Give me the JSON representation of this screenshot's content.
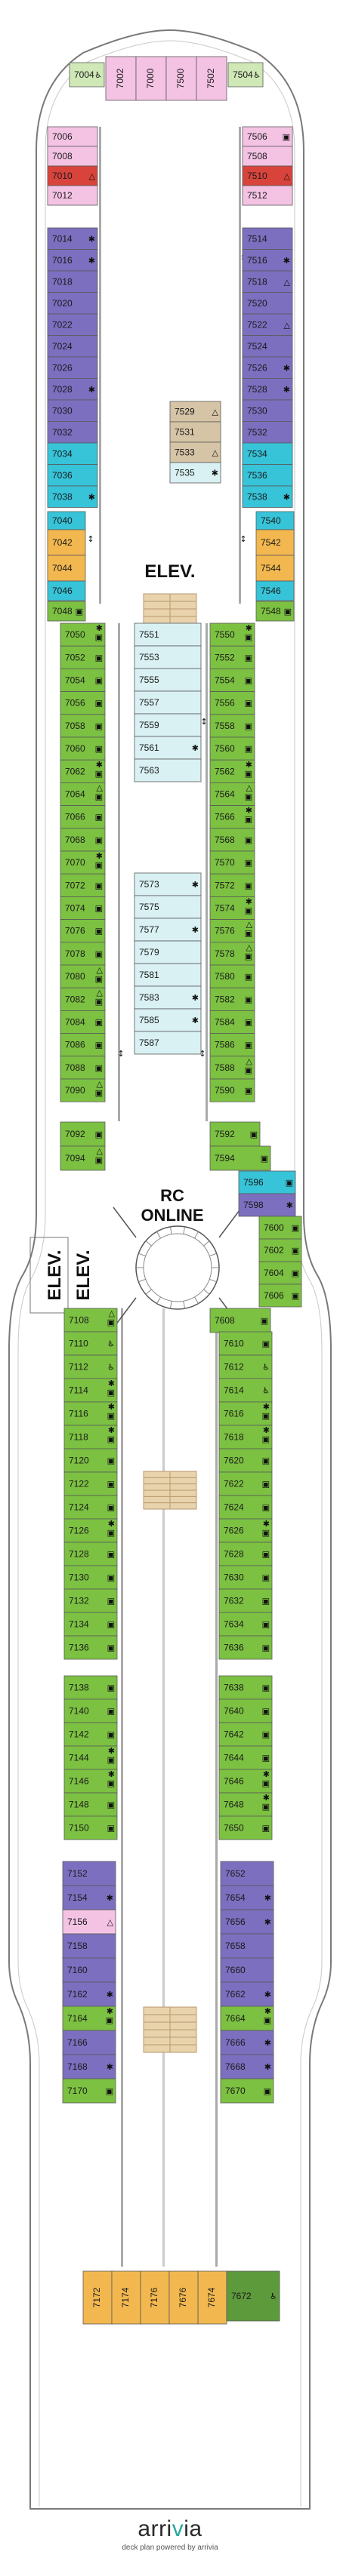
{
  "colors": {
    "green": "#7cc142",
    "purple": "#7c6fbf",
    "cyan": "#37c3d8",
    "orange": "#f2b84f",
    "pink": "#f4c3e4",
    "red": "#d8443c",
    "lightgreen": "#cfe8b6",
    "lightcyan": "#d9f1f3",
    "tan": "#d6c4a6",
    "darkgreen": "#5d9a3c",
    "hull": "#7a7a7a"
  },
  "labels": {
    "elev_fwd": "ELEV.",
    "rc_online_1": "RC",
    "rc_online_2": "ONLINE",
    "elev_mid": "ELEV.",
    "elev_mid_2": "ELEV.",
    "brand_pre": "arri",
    "brand_hl": "v",
    "brand_post": "ia",
    "credit": "deck plan powered by arrivia"
  },
  "cabins": [
    {
      "n": "7004",
      "c": "lightgreen",
      "s": [
        "accessible"
      ]
    },
    {
      "n": "7002",
      "c": "pink",
      "s": []
    },
    {
      "n": "7000",
      "c": "pink",
      "s": []
    },
    {
      "n": "7500",
      "c": "pink",
      "s": []
    },
    {
      "n": "7502",
      "c": "pink",
      "s": []
    },
    {
      "n": "7504",
      "c": "lightgreen",
      "s": [
        "accessible"
      ]
    },
    {
      "n": "7006",
      "c": "pink",
      "s": []
    },
    {
      "n": "7008",
      "c": "pink",
      "s": []
    },
    {
      "n": "7010",
      "c": "red",
      "s": [
        "triangle"
      ]
    },
    {
      "n": "7012",
      "c": "pink",
      "s": []
    },
    {
      "n": "7506",
      "c": "pink",
      "s": [
        "sofa"
      ]
    },
    {
      "n": "7508",
      "c": "pink",
      "s": []
    },
    {
      "n": "7510",
      "c": "red",
      "s": [
        "triangle"
      ]
    },
    {
      "n": "7512",
      "c": "pink",
      "s": []
    },
    {
      "n": "7014",
      "c": "purple",
      "s": [
        "star"
      ]
    },
    {
      "n": "7016",
      "c": "purple",
      "s": [
        "star"
      ]
    },
    {
      "n": "7018",
      "c": "purple",
      "s": []
    },
    {
      "n": "7020",
      "c": "purple",
      "s": []
    },
    {
      "n": "7022",
      "c": "purple",
      "s": []
    },
    {
      "n": "7024",
      "c": "purple",
      "s": []
    },
    {
      "n": "7026",
      "c": "purple",
      "s": []
    },
    {
      "n": "7028",
      "c": "purple",
      "s": [
        "star"
      ]
    },
    {
      "n": "7030",
      "c": "purple",
      "s": []
    },
    {
      "n": "7032",
      "c": "purple",
      "s": []
    },
    {
      "n": "7034",
      "c": "cyan",
      "s": []
    },
    {
      "n": "7036",
      "c": "cyan",
      "s": []
    },
    {
      "n": "7038",
      "c": "cyan",
      "s": [
        "star"
      ]
    },
    {
      "n": "7514",
      "c": "purple",
      "s": []
    },
    {
      "n": "7516",
      "c": "purple",
      "s": [
        "star"
      ]
    },
    {
      "n": "7518",
      "c": "purple",
      "s": [
        "triangle"
      ]
    },
    {
      "n": "7520",
      "c": "purple",
      "s": []
    },
    {
      "n": "7522",
      "c": "purple",
      "s": [
        "triangle"
      ]
    },
    {
      "n": "7524",
      "c": "purple",
      "s": []
    },
    {
      "n": "7526",
      "c": "purple",
      "s": [
        "star"
      ]
    },
    {
      "n": "7528",
      "c": "purple",
      "s": [
        "star"
      ]
    },
    {
      "n": "7530",
      "c": "purple",
      "s": []
    },
    {
      "n": "7532",
      "c": "purple",
      "s": []
    },
    {
      "n": "7534",
      "c": "cyan",
      "s": []
    },
    {
      "n": "7536",
      "c": "cyan",
      "s": []
    },
    {
      "n": "7538",
      "c": "cyan",
      "s": [
        "star"
      ]
    },
    {
      "n": "7529",
      "c": "tan",
      "s": [
        "triangle"
      ]
    },
    {
      "n": "7531",
      "c": "tan",
      "s": []
    },
    {
      "n": "7533",
      "c": "tan",
      "s": [
        "triangle"
      ]
    },
    {
      "n": "7535",
      "c": "lightcyan",
      "s": [
        "star"
      ]
    },
    {
      "n": "7040",
      "c": "cyan",
      "s": []
    },
    {
      "n": "7042",
      "c": "orange",
      "s": []
    },
    {
      "n": "7044",
      "c": "orange",
      "s": []
    },
    {
      "n": "7046",
      "c": "cyan",
      "s": []
    },
    {
      "n": "7540",
      "c": "cyan",
      "s": []
    },
    {
      "n": "7542",
      "c": "orange",
      "s": []
    },
    {
      "n": "7544",
      "c": "orange",
      "s": []
    },
    {
      "n": "7546",
      "c": "cyan",
      "s": []
    },
    {
      "n": "7048",
      "c": "green",
      "s": [
        "sofa"
      ]
    },
    {
      "n": "7548",
      "c": "green",
      "s": [
        "sofa"
      ]
    },
    {
      "n": "7050",
      "c": "green",
      "s": [
        "star",
        "sofa"
      ]
    },
    {
      "n": "7052",
      "c": "green",
      "s": [
        "sofa"
      ]
    },
    {
      "n": "7054",
      "c": "green",
      "s": [
        "sofa"
      ]
    },
    {
      "n": "7056",
      "c": "green",
      "s": [
        "sofa"
      ]
    },
    {
      "n": "7058",
      "c": "green",
      "s": [
        "sofa"
      ]
    },
    {
      "n": "7060",
      "c": "green",
      "s": [
        "sofa"
      ]
    },
    {
      "n": "7062",
      "c": "green",
      "s": [
        "star",
        "sofa"
      ]
    },
    {
      "n": "7064",
      "c": "green",
      "s": [
        "triangle",
        "sofa"
      ]
    },
    {
      "n": "7066",
      "c": "green",
      "s": [
        "sofa"
      ]
    },
    {
      "n": "7068",
      "c": "green",
      "s": [
        "sofa"
      ]
    },
    {
      "n": "7070",
      "c": "green",
      "s": [
        "star",
        "sofa"
      ]
    },
    {
      "n": "7072",
      "c": "green",
      "s": [
        "sofa"
      ]
    },
    {
      "n": "7074",
      "c": "green",
      "s": [
        "sofa"
      ]
    },
    {
      "n": "7076",
      "c": "green",
      "s": [
        "sofa"
      ]
    },
    {
      "n": "7078",
      "c": "green",
      "s": [
        "sofa"
      ]
    },
    {
      "n": "7080",
      "c": "green",
      "s": [
        "triangle",
        "sofa"
      ]
    },
    {
      "n": "7082",
      "c": "green",
      "s": [
        "triangle",
        "sofa"
      ]
    },
    {
      "n": "7084",
      "c": "green",
      "s": [
        "sofa"
      ]
    },
    {
      "n": "7086",
      "c": "green",
      "s": [
        "sofa"
      ]
    },
    {
      "n": "7088",
      "c": "green",
      "s": [
        "sofa"
      ]
    },
    {
      "n": "7090",
      "c": "green",
      "s": [
        "triangle",
        "sofa"
      ]
    },
    {
      "n": "7550",
      "c": "green",
      "s": [
        "star",
        "sofa"
      ]
    },
    {
      "n": "7552",
      "c": "green",
      "s": [
        "sofa"
      ]
    },
    {
      "n": "7554",
      "c": "green",
      "s": [
        "sofa"
      ]
    },
    {
      "n": "7556",
      "c": "green",
      "s": [
        "sofa"
      ]
    },
    {
      "n": "7558",
      "c": "green",
      "s": [
        "sofa"
      ]
    },
    {
      "n": "7560",
      "c": "green",
      "s": [
        "sofa"
      ]
    },
    {
      "n": "7562",
      "c": "green",
      "s": [
        "star",
        "sofa"
      ]
    },
    {
      "n": "7564",
      "c": "green",
      "s": [
        "triangle",
        "sofa"
      ]
    },
    {
      "n": "7566",
      "c": "green",
      "s": [
        "star",
        "sofa"
      ]
    },
    {
      "n": "7568",
      "c": "green",
      "s": [
        "sofa"
      ]
    },
    {
      "n": "7570",
      "c": "green",
      "s": [
        "sofa"
      ]
    },
    {
      "n": "7572",
      "c": "green",
      "s": [
        "sofa"
      ]
    },
    {
      "n": "7574",
      "c": "green",
      "s": [
        "star",
        "sofa"
      ]
    },
    {
      "n": "7576",
      "c": "green",
      "s": [
        "triangle",
        "sofa"
      ]
    },
    {
      "n": "7578",
      "c": "green",
      "s": [
        "triangle",
        "sofa"
      ]
    },
    {
      "n": "7580",
      "c": "green",
      "s": [
        "sofa"
      ]
    },
    {
      "n": "7582",
      "c": "green",
      "s": [
        "sofa"
      ]
    },
    {
      "n": "7584",
      "c": "green",
      "s": [
        "sofa"
      ]
    },
    {
      "n": "7586",
      "c": "green",
      "s": [
        "sofa"
      ]
    },
    {
      "n": "7588",
      "c": "green",
      "s": [
        "triangle",
        "sofa"
      ]
    },
    {
      "n": "7590",
      "c": "green",
      "s": [
        "sofa"
      ]
    },
    {
      "n": "7551",
      "c": "lightcyan",
      "s": []
    },
    {
      "n": "7553",
      "c": "lightcyan",
      "s": []
    },
    {
      "n": "7555",
      "c": "lightcyan",
      "s": []
    },
    {
      "n": "7557",
      "c": "lightcyan",
      "s": []
    },
    {
      "n": "7559",
      "c": "lightcyan",
      "s": []
    },
    {
      "n": "7561",
      "c": "lightcyan",
      "s": [
        "star"
      ]
    },
    {
      "n": "7563",
      "c": "lightcyan",
      "s": []
    },
    {
      "n": "7573",
      "c": "lightcyan",
      "s": [
        "star"
      ]
    },
    {
      "n": "7575",
      "c": "lightcyan",
      "s": []
    },
    {
      "n": "7577",
      "c": "lightcyan",
      "s": [
        "star"
      ]
    },
    {
      "n": "7579",
      "c": "lightcyan",
      "s": []
    },
    {
      "n": "7581",
      "c": "lightcyan",
      "s": []
    },
    {
      "n": "7583",
      "c": "lightcyan",
      "s": [
        "star"
      ]
    },
    {
      "n": "7585",
      "c": "lightcyan",
      "s": [
        "star"
      ]
    },
    {
      "n": "7587",
      "c": "lightcyan",
      "s": []
    },
    {
      "n": "7092",
      "c": "green",
      "s": [
        "sofa"
      ]
    },
    {
      "n": "7094",
      "c": "green",
      "s": [
        "triangle",
        "sofa"
      ]
    },
    {
      "n": "7592",
      "c": "green",
      "s": [
        "sofa"
      ]
    },
    {
      "n": "7594",
      "c": "green",
      "s": [
        "sofa"
      ]
    },
    {
      "n": "7596",
      "c": "cyan",
      "s": [
        "sofa"
      ]
    },
    {
      "n": "7598",
      "c": "purple",
      "s": [
        "star"
      ]
    },
    {
      "n": "7600",
      "c": "green",
      "s": [
        "sofa"
      ]
    },
    {
      "n": "7602",
      "c": "green",
      "s": [
        "sofa"
      ]
    },
    {
      "n": "7604",
      "c": "green",
      "s": [
        "sofa"
      ]
    },
    {
      "n": "7606",
      "c": "green",
      "s": [
        "sofa"
      ]
    },
    {
      "n": "7608",
      "c": "green",
      "s": [
        "sofa"
      ]
    },
    {
      "n": "7108",
      "c": "green",
      "s": [
        "triangle",
        "sofa"
      ]
    },
    {
      "n": "7110",
      "c": "green",
      "s": [
        "accessible"
      ]
    },
    {
      "n": "7112",
      "c": "green",
      "s": [
        "accessible"
      ]
    },
    {
      "n": "7114",
      "c": "green",
      "s": [
        "star",
        "sofa"
      ]
    },
    {
      "n": "7116",
      "c": "green",
      "s": [
        "star",
        "sofa"
      ]
    },
    {
      "n": "7118",
      "c": "green",
      "s": [
        "star",
        "sofa"
      ]
    },
    {
      "n": "7120",
      "c": "green",
      "s": [
        "sofa"
      ]
    },
    {
      "n": "7122",
      "c": "green",
      "s": [
        "sofa"
      ]
    },
    {
      "n": "7124",
      "c": "green",
      "s": [
        "sofa"
      ]
    },
    {
      "n": "7126",
      "c": "green",
      "s": [
        "star",
        "sofa"
      ]
    },
    {
      "n": "7128",
      "c": "green",
      "s": [
        "sofa"
      ]
    },
    {
      "n": "7130",
      "c": "green",
      "s": [
        "sofa"
      ]
    },
    {
      "n": "7132",
      "c": "green",
      "s": [
        "sofa"
      ]
    },
    {
      "n": "7134",
      "c": "green",
      "s": [
        "sofa"
      ]
    },
    {
      "n": "7136",
      "c": "green",
      "s": [
        "sofa"
      ]
    },
    {
      "n": "7138",
      "c": "green",
      "s": [
        "sofa"
      ]
    },
    {
      "n": "7140",
      "c": "green",
      "s": [
        "sofa"
      ]
    },
    {
      "n": "7142",
      "c": "green",
      "s": [
        "sofa"
      ]
    },
    {
      "n": "7144",
      "c": "green",
      "s": [
        "star",
        "sofa"
      ]
    },
    {
      "n": "7146",
      "c": "green",
      "s": [
        "star",
        "sofa"
      ]
    },
    {
      "n": "7148",
      "c": "green",
      "s": [
        "sofa"
      ]
    },
    {
      "n": "7150",
      "c": "green",
      "s": [
        "sofa"
      ]
    },
    {
      "n": "7610",
      "c": "green",
      "s": [
        "sofa"
      ]
    },
    {
      "n": "7612",
      "c": "green",
      "s": [
        "accessible"
      ]
    },
    {
      "n": "7614",
      "c": "green",
      "s": [
        "accessible"
      ]
    },
    {
      "n": "7616",
      "c": "green",
      "s": [
        "star",
        "sofa"
      ]
    },
    {
      "n": "7618",
      "c": "green",
      "s": [
        "star",
        "sofa"
      ]
    },
    {
      "n": "7620",
      "c": "green",
      "s": [
        "sofa"
      ]
    },
    {
      "n": "7622",
      "c": "green",
      "s": [
        "sofa"
      ]
    },
    {
      "n": "7624",
      "c": "green",
      "s": [
        "sofa"
      ]
    },
    {
      "n": "7626",
      "c": "green",
      "s": [
        "star",
        "sofa"
      ]
    },
    {
      "n": "7628",
      "c": "green",
      "s": [
        "sofa"
      ]
    },
    {
      "n": "7630",
      "c": "green",
      "s": [
        "sofa"
      ]
    },
    {
      "n": "7632",
      "c": "green",
      "s": [
        "sofa"
      ]
    },
    {
      "n": "7634",
      "c": "green",
      "s": [
        "sofa"
      ]
    },
    {
      "n": "7636",
      "c": "green",
      "s": [
        "sofa"
      ]
    },
    {
      "n": "7638",
      "c": "green",
      "s": [
        "sofa"
      ]
    },
    {
      "n": "7640",
      "c": "green",
      "s": [
        "sofa"
      ]
    },
    {
      "n": "7642",
      "c": "green",
      "s": [
        "sofa"
      ]
    },
    {
      "n": "7644",
      "c": "green",
      "s": [
        "sofa"
      ]
    },
    {
      "n": "7646",
      "c": "green",
      "s": [
        "star",
        "sofa"
      ]
    },
    {
      "n": "7648",
      "c": "green",
      "s": [
        "star",
        "sofa"
      ]
    },
    {
      "n": "7650",
      "c": "green",
      "s": [
        "sofa"
      ]
    },
    {
      "n": "7152",
      "c": "purple",
      "s": []
    },
    {
      "n": "7154",
      "c": "purple",
      "s": [
        "star"
      ]
    },
    {
      "n": "7156",
      "c": "pink",
      "s": [
        "triangle"
      ]
    },
    {
      "n": "7158",
      "c": "purple",
      "s": []
    },
    {
      "n": "7160",
      "c": "purple",
      "s": []
    },
    {
      "n": "7162",
      "c": "purple",
      "s": [
        "star"
      ]
    },
    {
      "n": "7164",
      "c": "green",
      "s": [
        "star",
        "sofa"
      ]
    },
    {
      "n": "7166",
      "c": "purple",
      "s": []
    },
    {
      "n": "7168",
      "c": "purple",
      "s": [
        "star"
      ]
    },
    {
      "n": "7170",
      "c": "green",
      "s": [
        "sofa"
      ]
    },
    {
      "n": "7652",
      "c": "purple",
      "s": []
    },
    {
      "n": "7654",
      "c": "purple",
      "s": [
        "star"
      ]
    },
    {
      "n": "7656",
      "c": "purple",
      "s": [
        "star"
      ]
    },
    {
      "n": "7658",
      "c": "purple",
      "s": []
    },
    {
      "n": "7660",
      "c": "purple",
      "s": []
    },
    {
      "n": "7662",
      "c": "purple",
      "s": [
        "star"
      ]
    },
    {
      "n": "7664",
      "c": "green",
      "s": [
        "star",
        "sofa"
      ]
    },
    {
      "n": "7666",
      "c": "purple",
      "s": [
        "star"
      ]
    },
    {
      "n": "7668",
      "c": "purple",
      "s": [
        "star"
      ]
    },
    {
      "n": "7670",
      "c": "green",
      "s": [
        "sofa"
      ]
    },
    {
      "n": "7172",
      "c": "orange",
      "s": []
    },
    {
      "n": "7174",
      "c": "orange",
      "s": []
    },
    {
      "n": "7176",
      "c": "orange",
      "s": []
    },
    {
      "n": "7674",
      "c": "orange",
      "s": []
    },
    {
      "n": "7676",
      "c": "orange",
      "s": []
    },
    {
      "n": "7672",
      "c": "darkgreen",
      "s": [
        "accessible"
      ]
    }
  ]
}
